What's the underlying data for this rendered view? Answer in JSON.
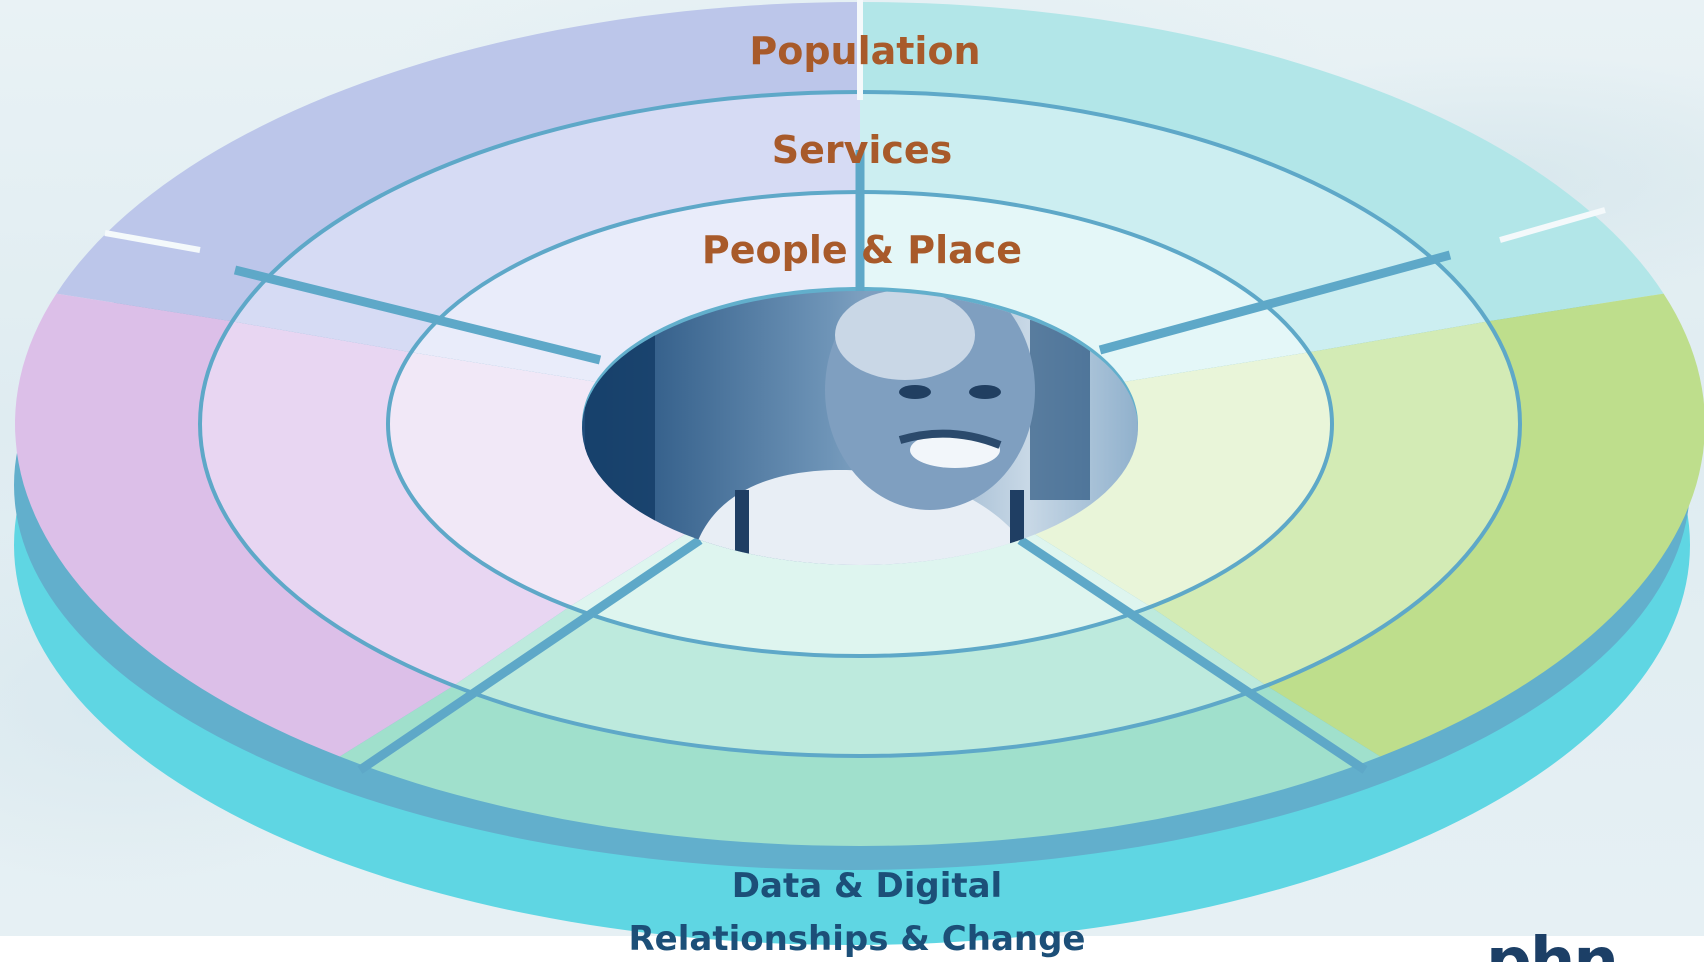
{
  "diagram": {
    "rings": {
      "outer": "Population",
      "middle": "Services",
      "inner": "People & Place"
    },
    "base_layers": {
      "top": "Data & Digital",
      "bottom": "Relationships & Change"
    },
    "center_image": "smiling-elderly-man-photo",
    "segment_colors": {
      "top_left": "#bcc6ea",
      "top_right": "#b2e6e8",
      "right": "#bede8c",
      "bottom": "#a0e0cc",
      "left": "#dcbfe8"
    },
    "base_colors": {
      "top_layer": "#62afcc",
      "bottom_layer": "#5fd6e3"
    },
    "line_color": "#5ea8c8",
    "label_color": "#a85a2a",
    "base_label_color": "#1c4f78"
  },
  "logo": {
    "text": "phn"
  }
}
